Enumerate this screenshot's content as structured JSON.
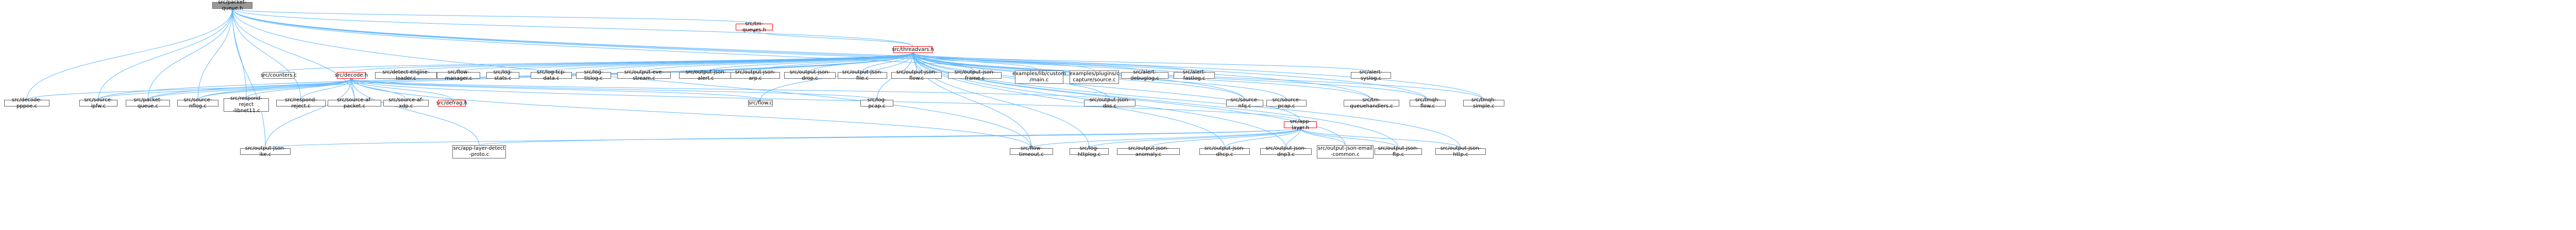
{
  "graph": {
    "edge_color": "#63b8ff",
    "focus_color": "#999999",
    "highlight_border": "#ff0000",
    "nodes": [
      {
        "id": "packet_queue_h",
        "label": "src/packet-queue.h",
        "kind": "focus"
      },
      {
        "id": "tm_queues_h",
        "label": "src/tm-queues.h",
        "kind": "hot"
      },
      {
        "id": "threadvars_h",
        "label": "src/threadvars.h",
        "kind": "hot"
      },
      {
        "id": "counters_c",
        "label": "src/counters.c"
      },
      {
        "id": "decode_h",
        "label": "src/decode.h",
        "kind": "hot"
      },
      {
        "id": "detect_engine_loader_c",
        "label": "src/detect-engine-loader.c"
      },
      {
        "id": "flow_manager_c",
        "label": "src/flow-manager.c"
      },
      {
        "id": "log_stats_c",
        "label": "src/log-stats.c"
      },
      {
        "id": "log_tcp_data_c",
        "label": "src/log-tcp-data.c"
      },
      {
        "id": "log_tlslog_c",
        "label": "src/log-tlslog.c"
      },
      {
        "id": "output_eve_stream_c",
        "label": "src/output-eve-stream.c"
      },
      {
        "id": "output_json_alert_c",
        "label": "src/output-json-alert.c"
      },
      {
        "id": "output_json_arp_c",
        "label": "src/output-json-arp.c"
      },
      {
        "id": "output_json_drop_c",
        "label": "src/output-json-drop.c"
      },
      {
        "id": "output_json_file_c",
        "label": "src/output-json-file.c"
      },
      {
        "id": "output_json_flow_c",
        "label": "src/output-json-flow.c"
      },
      {
        "id": "output_json_frame_c",
        "label": "src/output-json-frame.c"
      },
      {
        "id": "examples_lib_custom_main_c",
        "label": "examples/lib/custom\n/main.c"
      },
      {
        "id": "examples_plugins_capture_source_c",
        "label": "examples/plugins/c\ncapture/source.c"
      },
      {
        "id": "alert_debuglog_c",
        "label": "src/alert-debuglog.c"
      },
      {
        "id": "alert_fastlog_c",
        "label": "src/alert-fastlog.c"
      },
      {
        "id": "alert_syslog_c",
        "label": "src/alert-syslog.c"
      },
      {
        "id": "decode_ppp_c",
        "label": "src/decode-pppoe.c"
      },
      {
        "id": "source_ipfw_c",
        "label": "src/source-ipfw.c"
      },
      {
        "id": "packet_queue_c",
        "label": "src/packet-queue.c"
      },
      {
        "id": "source_nflog_c",
        "label": "src/source-nflog.c"
      },
      {
        "id": "respond_reject_libnet11_c",
        "label": "src/respond-reject\n-libnet11.c"
      },
      {
        "id": "respond_reject_c",
        "label": "src/respond-reject.c"
      },
      {
        "id": "source_af_packet_c",
        "label": "src/source-af-packet.c"
      },
      {
        "id": "source_af_xdp_c",
        "label": "src/source-af-xdp.c"
      },
      {
        "id": "defrag_h",
        "label": "src/defrag.h",
        "kind": "hot"
      },
      {
        "id": "flow_c",
        "label": "src/flow.c"
      },
      {
        "id": "log_pcap_c",
        "label": "src/log-pcap.c"
      },
      {
        "id": "output_json_dns_c",
        "label": "src/output-json-dns.c"
      },
      {
        "id": "source_nfq_c",
        "label": "src/source-nfq.c"
      },
      {
        "id": "source_pcap_c",
        "label": "src/source-pcap.c"
      },
      {
        "id": "tm_queuehandlers_c",
        "label": "src/tm-queuehandlers.c"
      },
      {
        "id": "tmqh_flow_c",
        "label": "src/tmqh-flow.c"
      },
      {
        "id": "tmqh_simple_c",
        "label": "src/tmqh-simple.c"
      },
      {
        "id": "app_layer_h",
        "label": "src/app-layer.h",
        "kind": "hot"
      },
      {
        "id": "output_json_ike_c",
        "label": "src/output-json-ike.c"
      },
      {
        "id": "app_layer_detect_proto_c",
        "label": "src/app-layer-detect\n-proto.c"
      },
      {
        "id": "flow_timeout_c",
        "label": "src/flow-timeout.c"
      },
      {
        "id": "log_httplog_c",
        "label": "src/log-httplog.c"
      },
      {
        "id": "output_json_anomaly_c",
        "label": "src/output-json-anomaly.c"
      },
      {
        "id": "output_json_dhcp_c",
        "label": "src/output-json-dhcp.c"
      },
      {
        "id": "output_json_dnp3_c",
        "label": "src/output-json-dnp3.c"
      },
      {
        "id": "output_json_email_common_c",
        "label": "src/output-json-email\n-common.c"
      },
      {
        "id": "output_json_ftp_c",
        "label": "src/output-json-ftp.c"
      },
      {
        "id": "output_json_http_c",
        "label": "src/output-json-http.c"
      }
    ],
    "edges": [
      [
        "packet_queue_h",
        "tm_queues_h"
      ],
      [
        "packet_queue_h",
        "threadvars_h"
      ],
      [
        "packet_queue_h",
        "decode_ppp_c"
      ],
      [
        "packet_queue_h",
        "source_ipfw_c"
      ],
      [
        "packet_queue_h",
        "packet_queue_c"
      ],
      [
        "packet_queue_h",
        "source_nflog_c"
      ],
      [
        "packet_queue_h",
        "respond_reject_libnet11_c"
      ],
      [
        "packet_queue_h",
        "respond_reject_c"
      ],
      [
        "packet_queue_h",
        "source_af_packet_c"
      ],
      [
        "packet_queue_h",
        "source_nfq_c"
      ],
      [
        "packet_queue_h",
        "tm_queuehandlers_c"
      ],
      [
        "packet_queue_h",
        "tmqh_flow_c"
      ],
      [
        "packet_queue_h",
        "tmqh_simple_c"
      ],
      [
        "packet_queue_h",
        "output_json_ike_c"
      ],
      [
        "packet_queue_h",
        "flow_timeout_c"
      ],
      [
        "tm_queues_h",
        "threadvars_h"
      ],
      [
        "threadvars_h",
        "counters_c"
      ],
      [
        "threadvars_h",
        "decode_h"
      ],
      [
        "threadvars_h",
        "detect_engine_loader_c"
      ],
      [
        "threadvars_h",
        "flow_manager_c"
      ],
      [
        "threadvars_h",
        "log_stats_c"
      ],
      [
        "threadvars_h",
        "log_tcp_data_c"
      ],
      [
        "threadvars_h",
        "log_tlslog_c"
      ],
      [
        "threadvars_h",
        "output_eve_stream_c"
      ],
      [
        "threadvars_h",
        "output_json_alert_c"
      ],
      [
        "threadvars_h",
        "output_json_arp_c"
      ],
      [
        "threadvars_h",
        "output_json_drop_c"
      ],
      [
        "threadvars_h",
        "output_json_file_c"
      ],
      [
        "threadvars_h",
        "output_json_flow_c"
      ],
      [
        "threadvars_h",
        "output_json_frame_c"
      ],
      [
        "threadvars_h",
        "examples_lib_custom_main_c"
      ],
      [
        "threadvars_h",
        "examples_plugins_capture_source_c"
      ],
      [
        "threadvars_h",
        "alert_debuglog_c"
      ],
      [
        "threadvars_h",
        "alert_fastlog_c"
      ],
      [
        "threadvars_h",
        "alert_syslog_c"
      ],
      [
        "threadvars_h",
        "app_layer_h"
      ],
      [
        "threadvars_h",
        "source_ipfw_c"
      ],
      [
        "threadvars_h",
        "packet_queue_c"
      ],
      [
        "threadvars_h",
        "source_nflog_c"
      ],
      [
        "threadvars_h",
        "flow_c"
      ],
      [
        "threadvars_h",
        "log_pcap_c"
      ],
      [
        "threadvars_h",
        "output_json_dns_c"
      ],
      [
        "threadvars_h",
        "source_nfq_c"
      ],
      [
        "threadvars_h",
        "source_pcap_c"
      ],
      [
        "threadvars_h",
        "tm_queuehandlers_c"
      ],
      [
        "threadvars_h",
        "tmqh_flow_c"
      ],
      [
        "threadvars_h",
        "tmqh_simple_c"
      ],
      [
        "threadvars_h",
        "log_httplog_c"
      ],
      [
        "threadvars_h",
        "output_json_dhcp_c"
      ],
      [
        "threadvars_h",
        "output_json_dnp3_c"
      ],
      [
        "threadvars_h",
        "output_json_email_common_c"
      ],
      [
        "threadvars_h",
        "output_json_ftp_c"
      ],
      [
        "threadvars_h",
        "output_json_http_c"
      ],
      [
        "threadvars_h",
        "flow_timeout_c"
      ],
      [
        "decode_h",
        "decode_ppp_c"
      ],
      [
        "decode_h",
        "source_ipfw_c"
      ],
      [
        "decode_h",
        "packet_queue_c"
      ],
      [
        "decode_h",
        "source_nflog_c"
      ],
      [
        "decode_h",
        "respond_reject_libnet11_c"
      ],
      [
        "decode_h",
        "respond_reject_c"
      ],
      [
        "decode_h",
        "source_af_packet_c"
      ],
      [
        "decode_h",
        "source_af_xdp_c"
      ],
      [
        "decode_h",
        "defrag_h"
      ],
      [
        "decode_h",
        "flow_c"
      ],
      [
        "decode_h",
        "log_pcap_c"
      ],
      [
        "decode_h",
        "output_json_dns_c"
      ],
      [
        "decode_h",
        "app_layer_h"
      ],
      [
        "decode_h",
        "output_json_ike_c"
      ],
      [
        "decode_h",
        "app_layer_detect_proto_c"
      ],
      [
        "decode_h",
        "flow_timeout_c"
      ],
      [
        "app_layer_h",
        "app_layer_detect_proto_c"
      ],
      [
        "app_layer_h",
        "flow_timeout_c"
      ],
      [
        "app_layer_h",
        "log_httplog_c"
      ],
      [
        "app_layer_h",
        "output_json_anomaly_c"
      ],
      [
        "app_layer_h",
        "output_json_dhcp_c"
      ],
      [
        "app_layer_h",
        "output_json_dnp3_c"
      ],
      [
        "app_layer_h",
        "output_json_email_common_c"
      ],
      [
        "app_layer_h",
        "output_json_ftp_c"
      ],
      [
        "app_layer_h",
        "output_json_http_c"
      ],
      [
        "app_layer_h",
        "output_json_ike_c"
      ]
    ]
  }
}
